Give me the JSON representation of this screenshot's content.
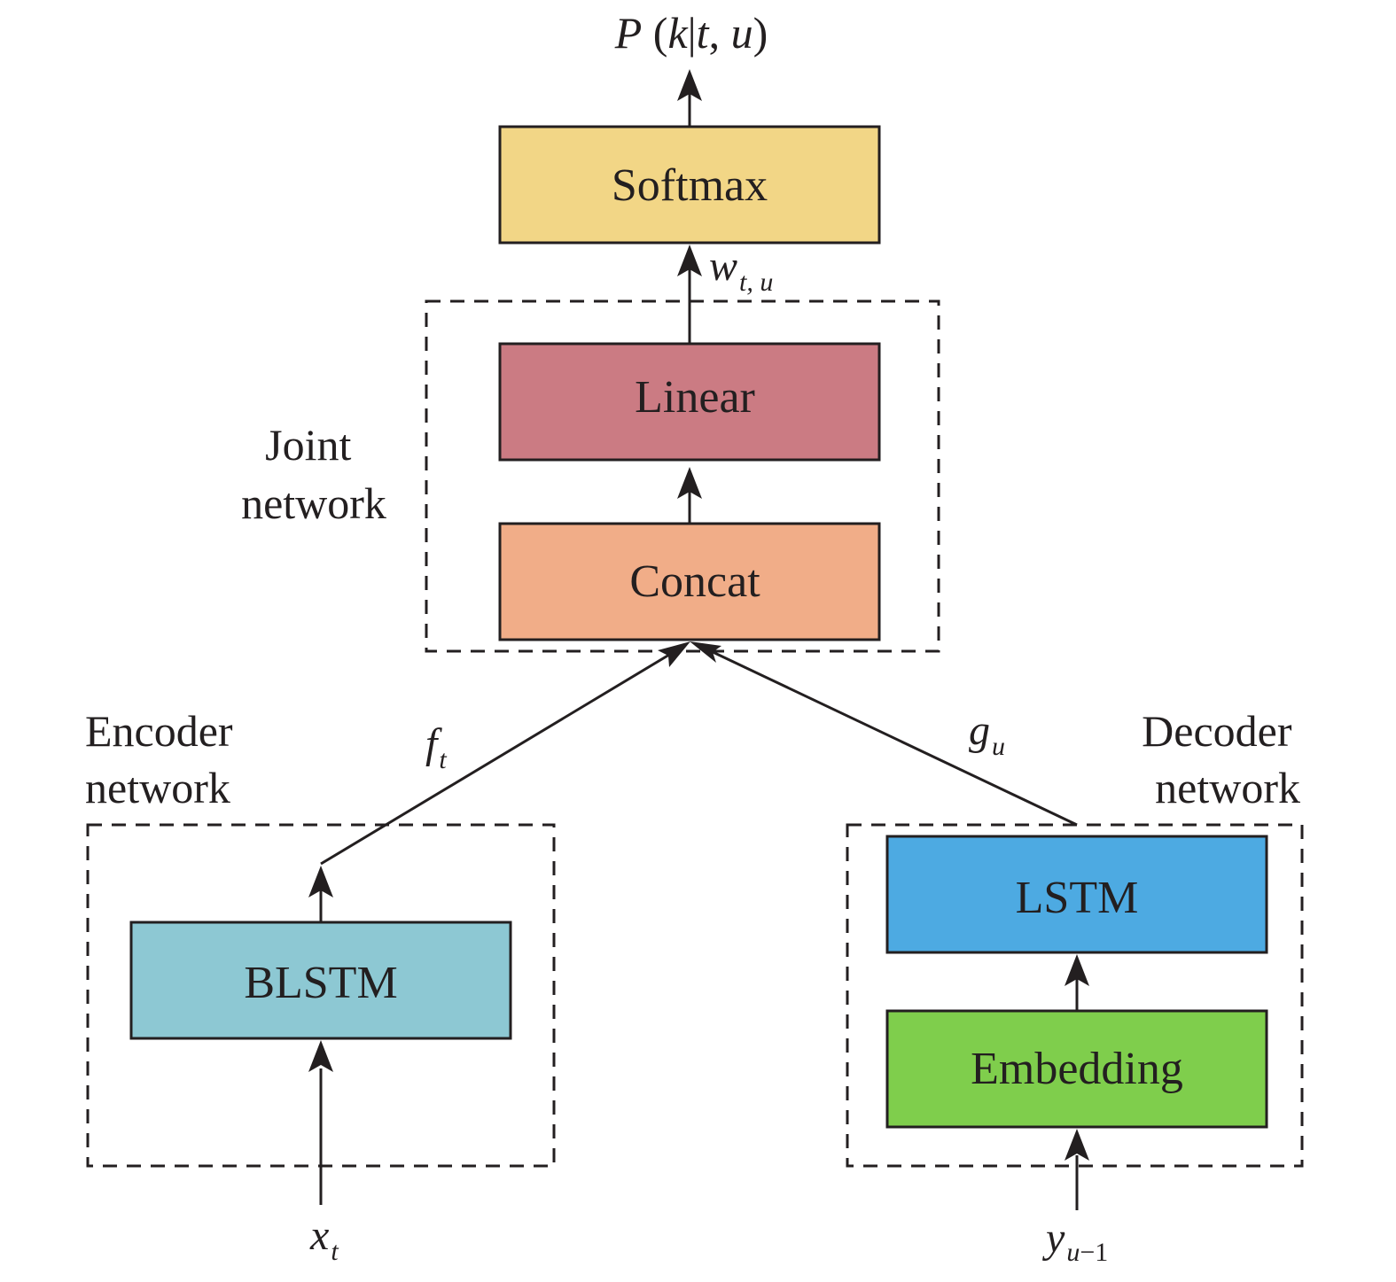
{
  "output_label": "P (k|t, u)",
  "output_parts": {
    "p": "P",
    "open": " (",
    "k": "k",
    "bar": "|",
    "t": "t",
    "comma": ", ",
    "u": "u",
    "close": ")"
  },
  "boxes": {
    "softmax": {
      "label": "Softmax",
      "color": "#f2d686"
    },
    "linear": {
      "label": "Linear",
      "color": "#cb7b83"
    },
    "concat": {
      "label": "Concat",
      "color": "#f1ad88"
    },
    "blstm": {
      "label": "BLSTM",
      "color": "#8dc8d3"
    },
    "lstm": {
      "label": "LSTM",
      "color": "#4daae2"
    },
    "embedding": {
      "label": "Embedding",
      "color": "#7fce4c"
    }
  },
  "groups": {
    "joint": {
      "line1": "Joint",
      "line2": "network"
    },
    "encoder": {
      "line1": "Encoder",
      "line2": "network"
    },
    "decoder": {
      "line1": "Decoder",
      "line2": "network"
    }
  },
  "edge_labels": {
    "w": {
      "base": "w",
      "sub": "t, u"
    },
    "f": {
      "base": "f",
      "sub": "t"
    },
    "g": {
      "base": "g",
      "sub": "u"
    }
  },
  "inputs": {
    "x": {
      "base": "x",
      "sub": "t"
    },
    "y": {
      "base": "y",
      "sub_var": "u",
      "sub_rest": "−1"
    }
  }
}
